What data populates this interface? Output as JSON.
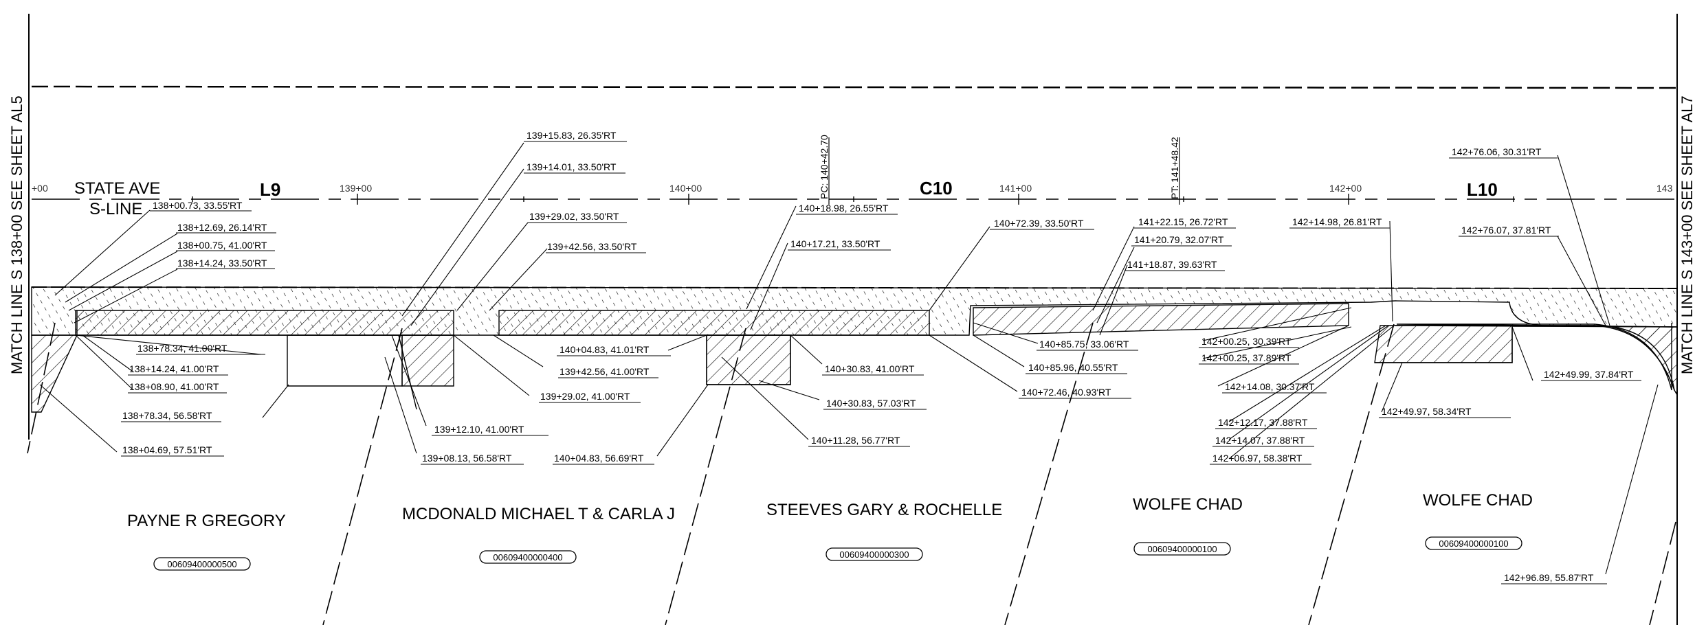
{
  "match_lines": {
    "left": "MATCH LINE S 138+00 SEE SHEET  AL5",
    "right": "MATCH LINE S 143+00 SEE SHEET  AL7"
  },
  "street": {
    "name": "STATE AVE",
    "line": "S-LINE"
  },
  "alignments": [
    "L9",
    "C10",
    "L10"
  ],
  "stations": [
    "+00",
    "139+00",
    "140+00",
    "141+00",
    "142+00",
    "143"
  ],
  "curve_points": {
    "pc": "PC: 140+42.70",
    "pt": "PT: 141+48.42"
  },
  "callouts": [
    "138+00.73, 33.55'RT",
    "138+12.69, 26.14'RT",
    "138+00.75, 41.00'RT",
    "138+14.24, 33.50'RT",
    "138+78.34, 41.00'RT",
    "138+14.24, 41.00'RT",
    "138+08.90, 41.00'RT",
    "138+78.34, 56.58'RT",
    "138+04.69, 57.51'RT",
    "139+15.83, 26.35'RT",
    "139+14.01, 33.50'RT",
    "139+29.02, 33.50'RT",
    "139+42.56, 33.50'RT",
    "140+04.83, 41.01'RT",
    "139+42.56, 41.00'RT",
    "139+29.02, 41.00'RT",
    "139+12.10, 41.00'RT",
    "139+08.13, 56.58'RT",
    "140+04.83, 56.69'RT",
    "140+18.98, 26.55'RT",
    "140+17.21, 33.50'RT",
    "140+30.83, 41.00'RT",
    "140+30.83, 57.03'RT",
    "140+11.28, 56.77'RT",
    "140+72.39, 33.50'RT",
    "140+85.75, 33.06'RT",
    "140+85.96, 40.55'RT",
    "140+72.46, 40.93'RT",
    "141+22.15, 26.72'RT",
    "141+20.79, 32.07'RT",
    "141+18.87, 39.63'RT",
    "142+14.98, 26.81'RT",
    "142+00.25, 30.39'RT",
    "142+00.25, 37.89'RT",
    "142+14.08, 30.37'RT",
    "142+12.17, 37.88'RT",
    "142+14.07, 37.88'RT",
    "142+06.97, 58.38'RT",
    "142+76.06, 30.31'RT",
    "142+76.07, 37.81'RT",
    "142+49.99, 37.84'RT",
    "142+49.97, 58.34'RT",
    "142+96.89, 55.87'RT"
  ],
  "owners": [
    {
      "name": "PAYNE R GREGORY",
      "parcel": "00609400000500"
    },
    {
      "name": "MCDONALD MICHAEL T & CARLA J",
      "parcel": "00609400000400"
    },
    {
      "name": "STEEVES GARY & ROCHELLE",
      "parcel": "00609400000300"
    },
    {
      "name": "WOLFE CHAD",
      "parcel": "00609400000100"
    },
    {
      "name": "WOLFE CHAD",
      "parcel": "00609400000100"
    }
  ]
}
